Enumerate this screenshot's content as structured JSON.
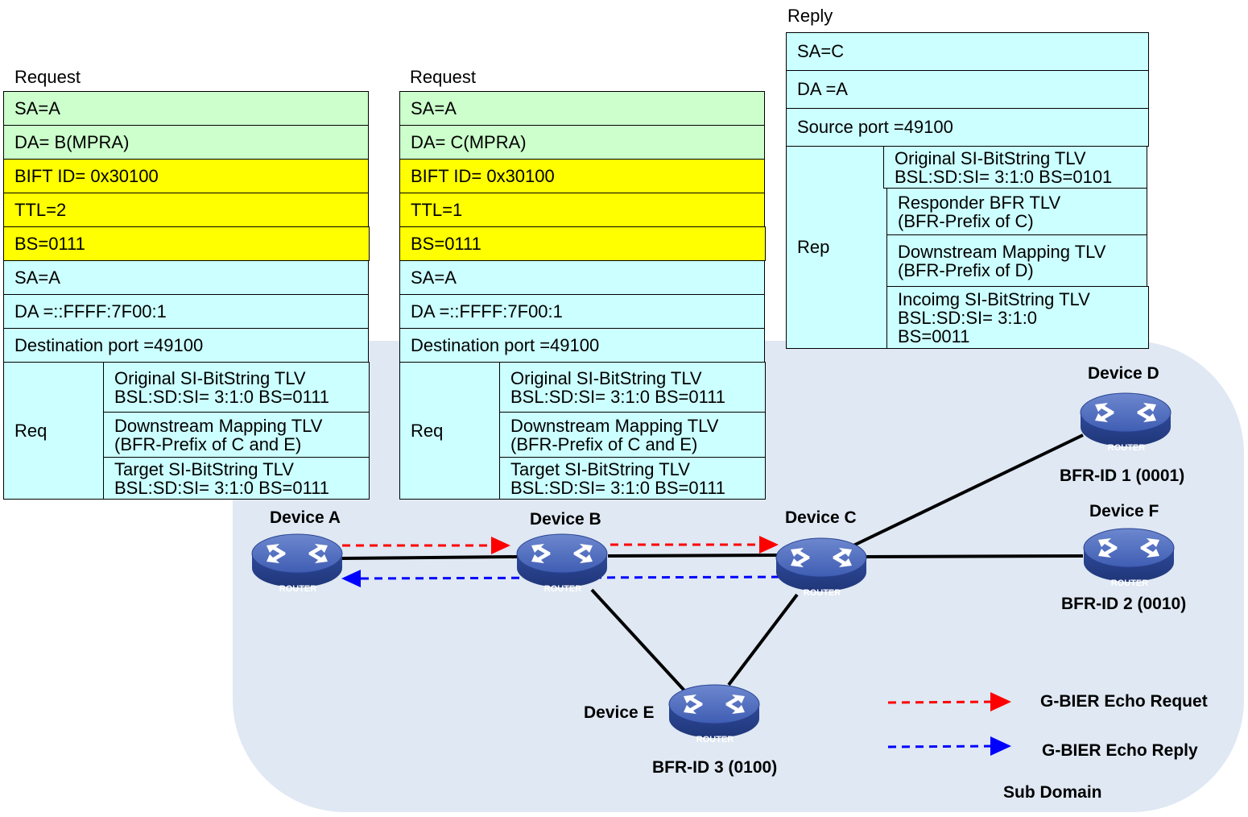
{
  "request1": {
    "caption": "Request",
    "rows": [
      "SA=A",
      "DA= B(MPRA)",
      "BIFT ID= 0x30100",
      "TTL=2",
      "BS=0111",
      "SA=A",
      "DA =::FFFF:7F00:1",
      "Destination port =49100"
    ],
    "req_label": "Req",
    "tlvs": [
      [
        "Original SI-BitString TLV",
        "BSL:SD:SI= 3:1:0   BS=0111"
      ],
      [
        "Downstream Mapping TLV",
        "(BFR-Prefix of C and E)"
      ],
      [
        "Target SI-BitString TLV",
        "BSL:SD:SI= 3:1:0   BS=0111"
      ]
    ]
  },
  "request2": {
    "caption": "Request",
    "rows": [
      "SA=A",
      "DA= C(MPRA)",
      "BIFT ID= 0x30100",
      "TTL=1",
      "BS=0111",
      "SA=A",
      "DA =::FFFF:7F00:1",
      "Destination port =49100"
    ],
    "req_label": "Req",
    "tlvs": [
      [
        "Original SI-BitString TLV",
        "BSL:SD:SI= 3:1:0   BS=0111"
      ],
      [
        "Downstream Mapping TLV",
        "(BFR-Prefix of C and E)"
      ],
      [
        "Target SI-BitString TLV",
        "BSL:SD:SI= 3:1:0   BS=0111"
      ]
    ]
  },
  "reply": {
    "caption": "Reply",
    "rows": [
      "SA=C",
      "DA =A",
      "Source port =49100"
    ],
    "rep_label": "Rep",
    "tlvs": [
      [
        "Original SI-BitString TLV",
        "BSL:SD:SI= 3:1:0   BS=0101"
      ],
      [
        "Responder BFR TLV",
        "(BFR-Prefix of C)"
      ],
      [
        "Downstream Mapping TLV",
        "(BFR-Prefix of D)"
      ],
      [
        "Incoimg SI-BitString TLV",
        "BSL:SD:SI= 3:1:0",
        "BS=0011"
      ]
    ]
  },
  "devices": {
    "a": {
      "name": "Device A"
    },
    "b": {
      "name": "Device B"
    },
    "c": {
      "name": "Device C"
    },
    "d": {
      "name": "Device D",
      "bfr": "BFR-ID 1 (0001)"
    },
    "f": {
      "name": "Device F",
      "bfr": "BFR-ID 2 (0010)"
    },
    "e": {
      "name": "Device E",
      "bfr": "BFR-ID 3 (0100)"
    }
  },
  "router_label": "ROUTER",
  "legend": {
    "request": "G-BIER Echo Requet",
    "reply": "G-BIER Echo Reply",
    "request_color": "#ff0000",
    "reply_color": "#0000ff"
  },
  "subdomain_label": "Sub Domain",
  "colors": {
    "header_green": "#ccffcc",
    "bier_yellow": "#ffff00",
    "payload_cyan": "#ccffff",
    "domain_bg": "#dfe8f3",
    "router_blue": "#3a57a8"
  }
}
